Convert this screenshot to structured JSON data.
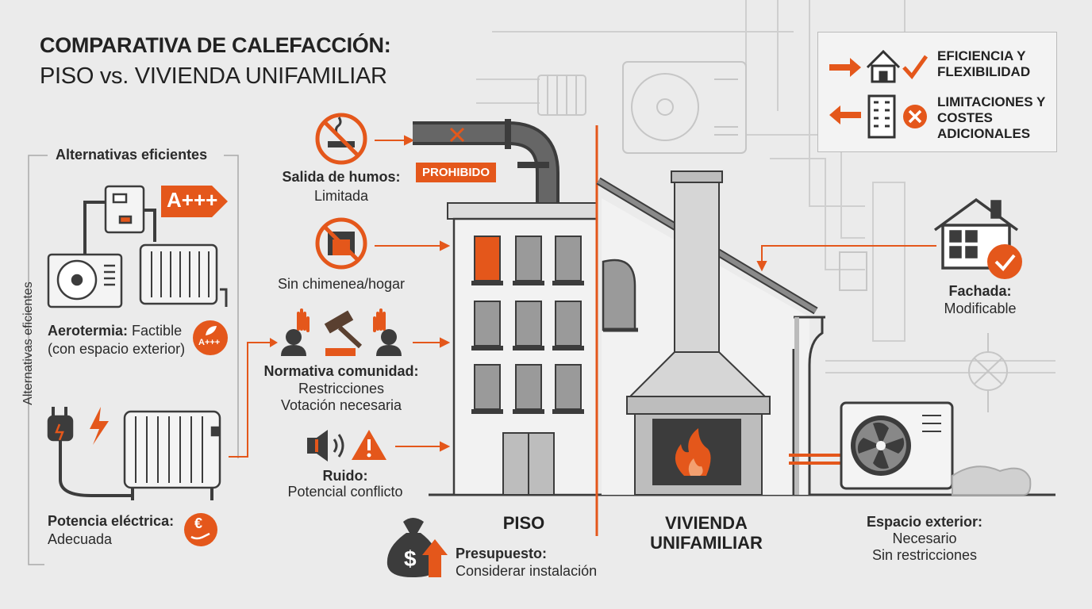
{
  "title": {
    "line1": "COMPARATIVA DE CALEFACCIÓN:",
    "line2": "PISO vs. VIVIENDA UNIFAMILIAR"
  },
  "legend": {
    "positive": "EFICIENCIA Y FLEXIBILIDAD",
    "negative": "LIMITACIONES Y COSTES ADICIONALES"
  },
  "left_panel": {
    "heading": "Alternativas eficientes",
    "side_label": "Alternativas eficientes",
    "energy_badge": "A+++",
    "aerotermia_label": "Aerotermia:",
    "aerotermia_value": "Factible",
    "aerotermia_note": "(con espacio exterior)",
    "small_badge": "A+++",
    "potencia_label": "Potencia eléctrica:",
    "potencia_value": "Adecuada"
  },
  "piso_items": [
    {
      "label": "Salida de humos:",
      "value": "Limitada"
    },
    {
      "label": "",
      "value": "Sin chimenea/hogar"
    },
    {
      "label": "Normativa comunidad:",
      "value": "Restricciones",
      "value2": "Votación necesaria"
    },
    {
      "label": "Ruido:",
      "value": "Potencial conflicto"
    }
  ],
  "prohibido": "PROHIBIDO",
  "buildings": {
    "piso": "PISO",
    "vivienda_line1": "VIVIENDA",
    "vivienda_line2": "UNIFAMILIAR"
  },
  "presupuesto": {
    "label": "Presupuesto:",
    "value": "Considerar instalación"
  },
  "fachada": {
    "label": "Fachada:",
    "value": "Modificable"
  },
  "espacio": {
    "label": "Espacio exterior:",
    "value": "Necesario",
    "value2": "Sin restricciones"
  },
  "colors": {
    "accent": "#e4571b",
    "dark": "#3c3c3c",
    "bg": "#ebebeb"
  }
}
